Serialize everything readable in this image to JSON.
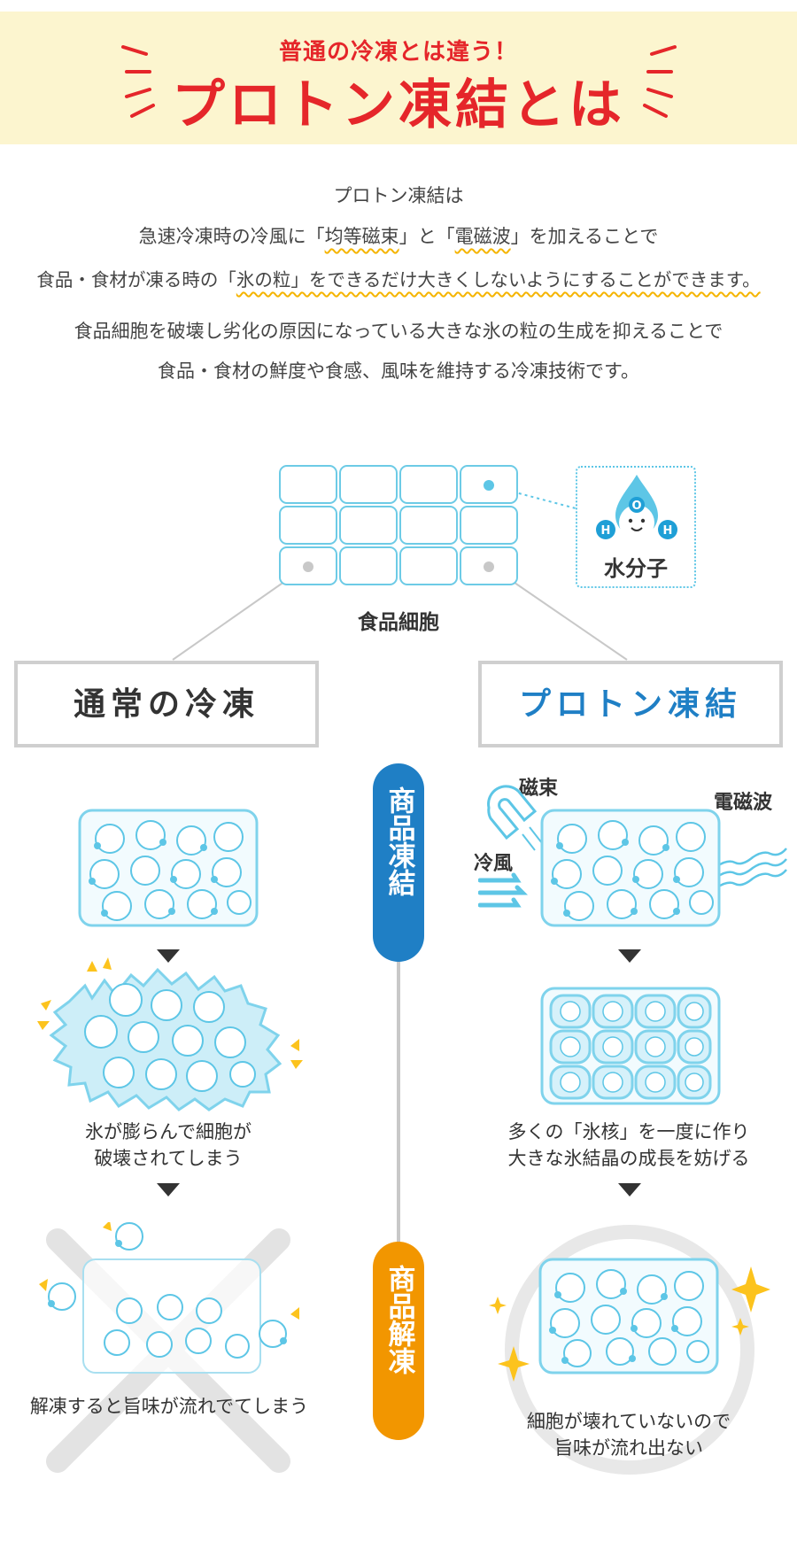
{
  "header": {
    "subtitle": "普通の冷凍とは違う！",
    "title": "プロトン凍結とは"
  },
  "intro": {
    "line1": "プロトン凍結は",
    "line2_a": "急速冷凍時の冷風に「",
    "line2_b": "均等磁束",
    "line2_c": "」と「",
    "line2_d": "電磁波",
    "line2_e": "」を加えることで",
    "line3_a": "食品・食材が凍る時の「",
    "line3_b": "氷の粒」をできるだけ大きくしないようにすることができます。",
    "line4": "食品細胞を破壊し劣化の原因になっている大きな氷の粒の生成を抑えることで",
    "line5": "食品・食材の鮮度や食感、風味を維持する冷凍技術です。"
  },
  "diagram": {
    "cell_label": "食品細胞",
    "molecule_label": "水分子",
    "molecule_atoms": {
      "o": "O",
      "h": "H"
    }
  },
  "columns": {
    "normal": "通常の冷凍",
    "proton": "プロトン凍結"
  },
  "pills": {
    "freeze": "商品凍結",
    "thaw": "商品解凍"
  },
  "labels": {
    "magnetic": "磁束",
    "electromagnetic": "電磁波",
    "cold_air": "冷風"
  },
  "descriptions": {
    "normal_expand_1": "氷が膨らんで細胞が",
    "normal_expand_2": "破壊されてしまう",
    "normal_thaw": "解凍すると旨味が流れでてしまう",
    "proton_nuclei_1": "多くの「氷核」を一度に作り",
    "proton_nuclei_2": "大きな氷結晶の成長を妨げる",
    "proton_thaw_1": "細胞が壊れていないので",
    "proton_thaw_2": "旨味が流れ出ない"
  },
  "colors": {
    "red": "#e5262a",
    "blue": "#1f7fc5",
    "orange": "#f29600",
    "aqua": "#5dc6e6",
    "yellow": "#f5b400"
  }
}
